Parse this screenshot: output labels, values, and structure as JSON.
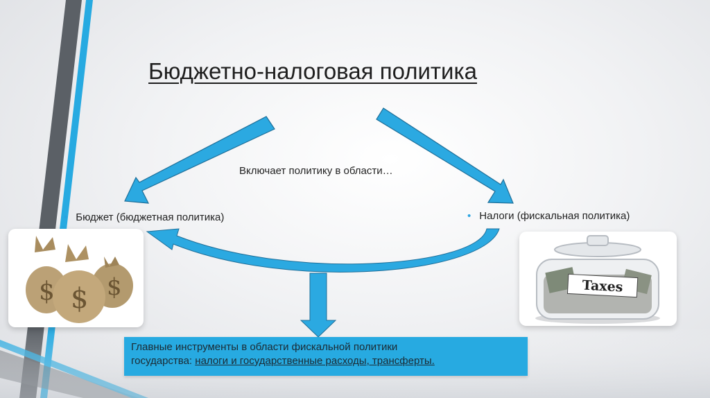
{
  "title": "Бюджетно-налоговая политика",
  "subtitle": "Включает политику в области…",
  "left_item": "Бюджет (бюджетная политика)",
  "right_item": "Налоги (фискальная политика)",
  "jar_label": "Taxes",
  "bottom": {
    "line1": "Главные инструменты в области фискальной политики",
    "line2_prefix": "государства: ",
    "line2_underlined": "налоги и государственные расходы, трансферты."
  },
  "colors": {
    "accent": "#27aae1",
    "stripe_dark": "#555a60"
  },
  "icons": [
    "money-bags-image",
    "taxes-jar-image"
  ]
}
